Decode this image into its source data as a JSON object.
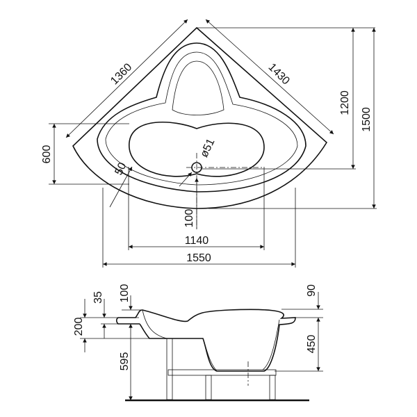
{
  "top_view": {
    "dims": {
      "left_edge": "1360",
      "right_edge": "1430",
      "depth_inner": "1200",
      "depth_total": "1500",
      "basin_depth": "600",
      "offset": "50",
      "drain": "ø51",
      "drain_offset": "100",
      "basin_width": "1140",
      "total_width": "1550"
    }
  },
  "side_view": {
    "dims": {
      "rim_thickness": "35",
      "seat_drop": "100",
      "back_rise": "90",
      "seat_height": "200",
      "basin_depth": "450",
      "rim_height": "595"
    }
  }
}
